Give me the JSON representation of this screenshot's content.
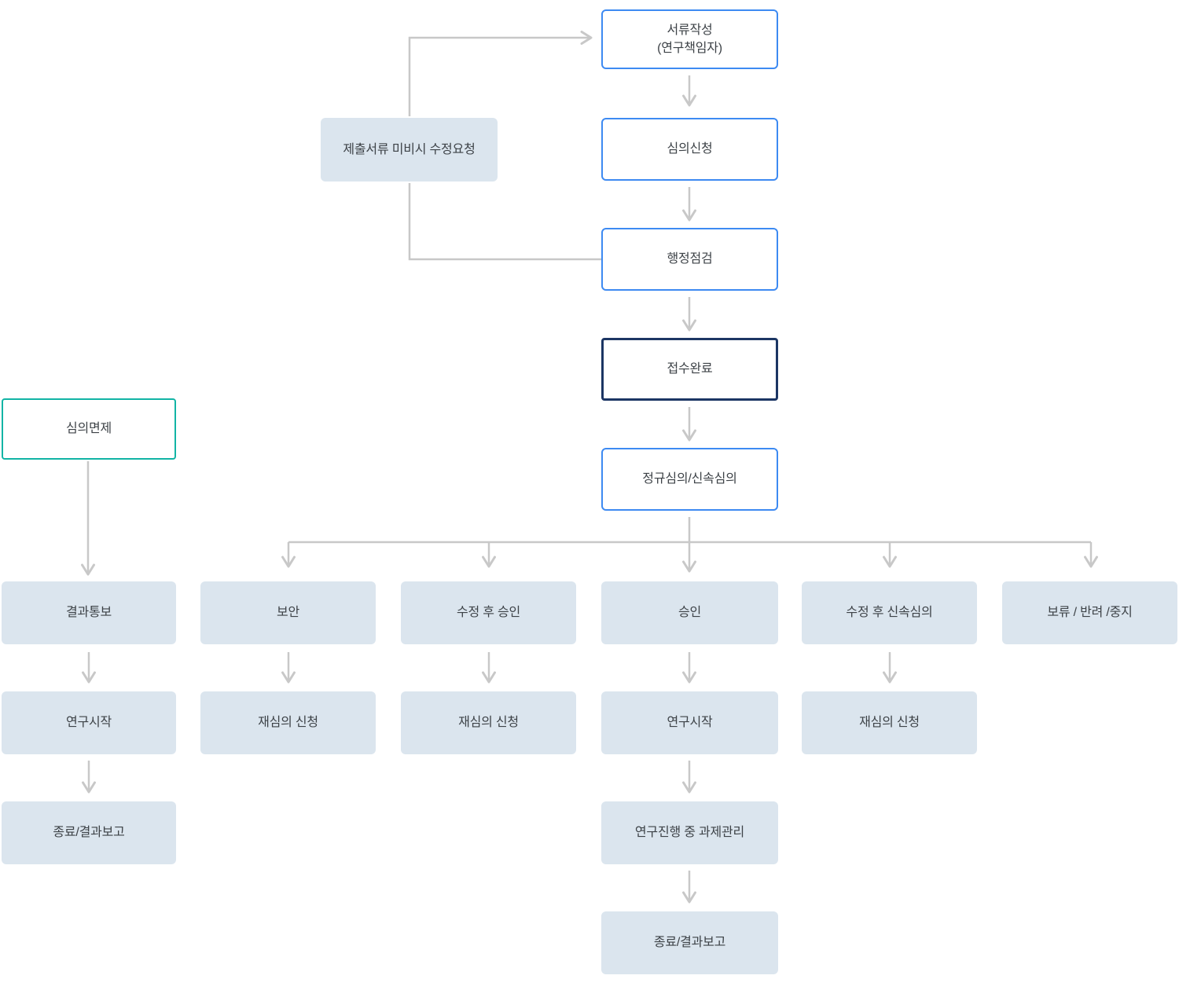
{
  "colors": {
    "blue_border": "#3d8af2",
    "navy_border": "#1c3664",
    "teal_border": "#12b4a5",
    "filled_bg": "#dbe5ee",
    "line": "#c8c8c8",
    "text": "#3d4247",
    "bg": "#ffffff"
  },
  "nodes": {
    "doc_write": {
      "label": "서류작성",
      "sublabel": "(연구책임자)"
    },
    "revision_request": {
      "label": "제출서류 미비시 수정요청"
    },
    "review_apply": {
      "label": "심의신청"
    },
    "admin_check": {
      "label": "행정점검"
    },
    "receipt_complete": {
      "label": "접수완료"
    },
    "exemption": {
      "label": "심의면제"
    },
    "regular_review": {
      "label": "정규심의/신속심의"
    },
    "result_notice": {
      "label": "결과통보"
    },
    "supplement": {
      "label": "보안"
    },
    "approve_after_revision": {
      "label": "수정 후 승인"
    },
    "approve": {
      "label": "승인"
    },
    "expedited_after_revision": {
      "label": "수정 후 신속심의"
    },
    "hold_return_stop": {
      "label": "보류 / 반려 /중지"
    },
    "research_start_left": {
      "label": "연구시작"
    },
    "rereview_1": {
      "label": "재심의 신청"
    },
    "rereview_2": {
      "label": "재심의 신청"
    },
    "research_start_center": {
      "label": "연구시작"
    },
    "rereview_3": {
      "label": "재심의 신청"
    },
    "end_report_left": {
      "label": "종료/결과보고"
    },
    "task_manage": {
      "label": "연구진행 중 과제관리"
    },
    "end_report_center": {
      "label": "종료/결과보고"
    }
  }
}
